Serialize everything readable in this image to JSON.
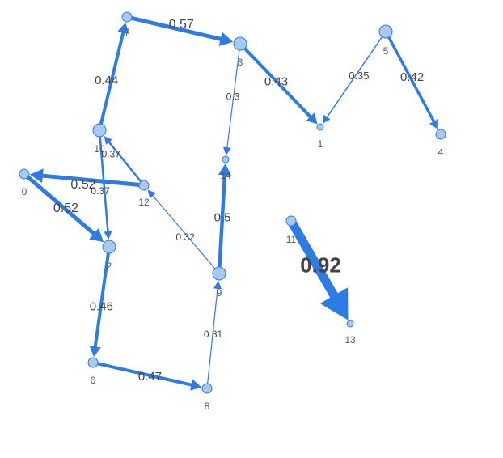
{
  "graph": {
    "nodes": [
      {
        "id": "0",
        "label": "0",
        "size": "medium"
      },
      {
        "id": "1",
        "label": "1",
        "size": "small"
      },
      {
        "id": "2",
        "label": "2",
        "size": "large"
      },
      {
        "id": "3",
        "label": "3",
        "size": "large"
      },
      {
        "id": "4",
        "label": "4",
        "size": "medium"
      },
      {
        "id": "5",
        "label": "5",
        "size": "large"
      },
      {
        "id": "6",
        "label": "6",
        "size": "medium"
      },
      {
        "id": "7",
        "label": "7",
        "size": "medium"
      },
      {
        "id": "8",
        "label": "8",
        "size": "medium"
      },
      {
        "id": "9",
        "label": "9",
        "size": "large"
      },
      {
        "id": "10",
        "label": "10",
        "size": "large"
      },
      {
        "id": "11",
        "label": "11",
        "size": "medium"
      },
      {
        "id": "12",
        "label": "12",
        "size": "medium"
      },
      {
        "id": "13",
        "label": "13",
        "size": "small"
      },
      {
        "id": "14",
        "label": "14",
        "size": "small"
      }
    ],
    "edges": [
      {
        "from": "7",
        "to": "3",
        "weight": "0.57"
      },
      {
        "from": "3",
        "to": "1",
        "weight": "0.43"
      },
      {
        "from": "3",
        "to": "14",
        "weight": "0.3"
      },
      {
        "from": "5",
        "to": "1",
        "weight": "0.35"
      },
      {
        "from": "5",
        "to": "4",
        "weight": "0.42"
      },
      {
        "from": "10",
        "to": "7",
        "weight": "0.44"
      },
      {
        "from": "12",
        "to": "0",
        "weight": "0.52"
      },
      {
        "from": "0",
        "to": "2",
        "weight": "0.52"
      },
      {
        "from": "12",
        "to": "10",
        "weight": "0.37"
      },
      {
        "from": "10",
        "to": "2",
        "weight": "0.37"
      },
      {
        "from": "9",
        "to": "12",
        "weight": "0.32"
      },
      {
        "from": "9",
        "to": "14",
        "weight": "0.5"
      },
      {
        "from": "11",
        "to": "13",
        "weight": "0.92"
      },
      {
        "from": "2",
        "to": "6",
        "weight": "0.46"
      },
      {
        "from": "6",
        "to": "8",
        "weight": "0.47"
      },
      {
        "from": "8",
        "to": "9",
        "weight": "0.31"
      }
    ],
    "colors": {
      "edge": "#2f7be5",
      "node_fill": "#a8c8f5",
      "node_stroke": "#2f7be5",
      "node_label": "#555555",
      "edge_label": "#444444"
    }
  }
}
